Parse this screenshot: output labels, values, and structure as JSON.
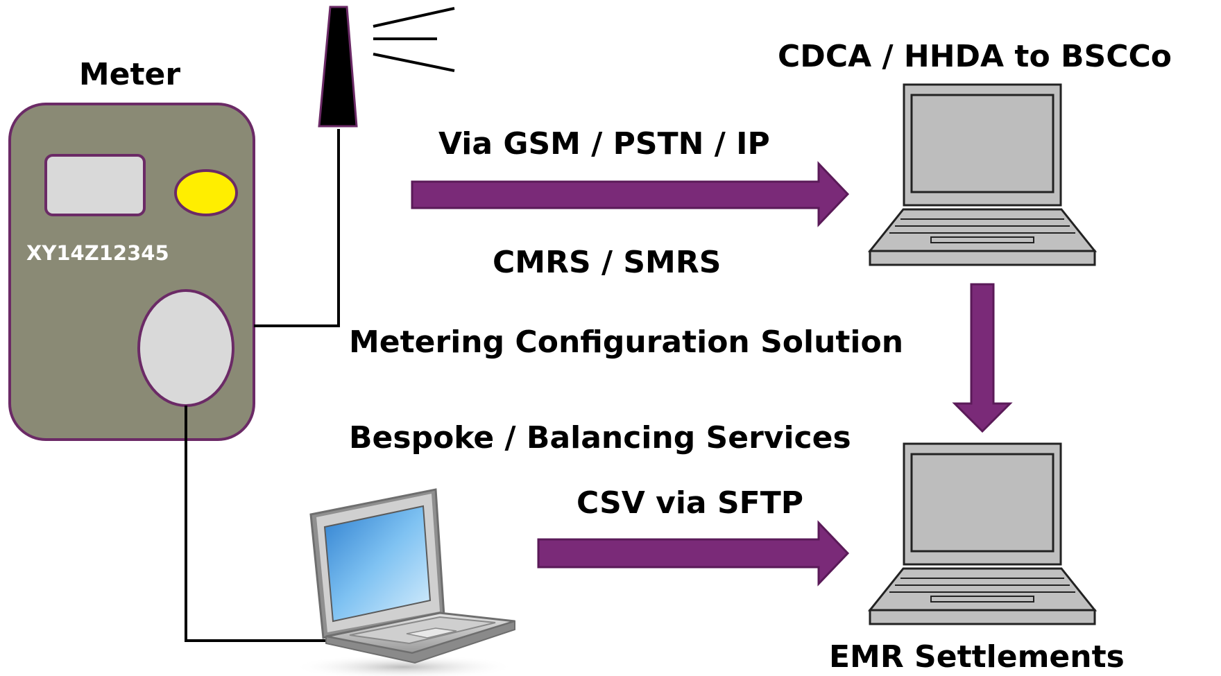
{
  "diagram": {
    "meter": {
      "title": "Meter",
      "serial": "XY14Z12345"
    },
    "top_path": {
      "arrow_label_above": "Via GSM / PSTN / IP",
      "arrow_label_below": "CMRS / SMRS",
      "destination": "CDCA / HHDA to BSCCo"
    },
    "middle_labels": {
      "solution": "Metering Configuration Solution",
      "services": "Bespoke / Balancing Services"
    },
    "bottom_path": {
      "arrow_label": "CSV via SFTP",
      "destination": "EMR Settlements"
    },
    "colors": {
      "arrow": "#7a2a78",
      "meter_body": "#8a8a75",
      "meter_border": "#6b2a66",
      "indicator": "#ffee00",
      "display": "#d9d9d9",
      "computer": "#c0c0c0"
    }
  }
}
